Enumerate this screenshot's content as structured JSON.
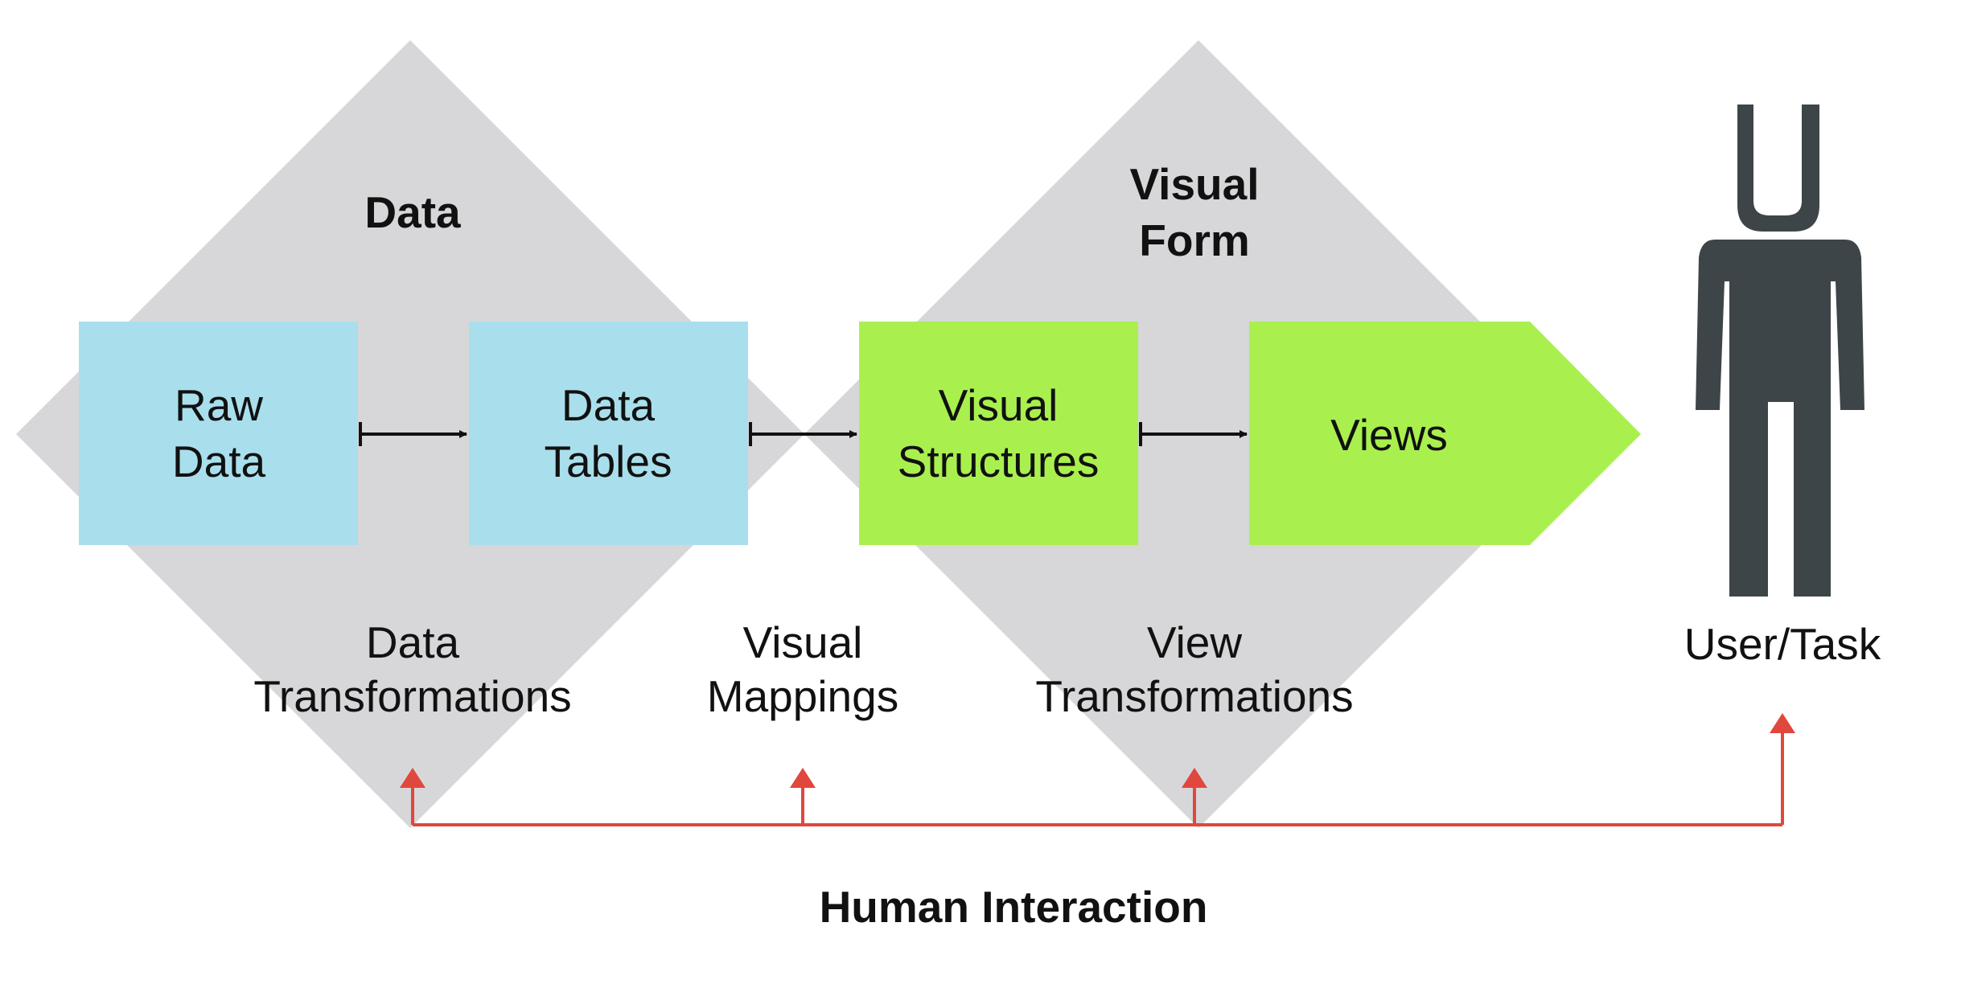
{
  "regions": {
    "data": {
      "label_lines": [
        "Data"
      ]
    },
    "visual_form": {
      "label_lines": [
        "Visual",
        "Form"
      ]
    }
  },
  "boxes": {
    "raw_data": {
      "lines": [
        "Raw",
        "Data"
      ]
    },
    "data_tables": {
      "lines": [
        "Data",
        "Tables"
      ]
    },
    "visual_structures": {
      "lines": [
        "Visual",
        "Structures"
      ]
    },
    "views": {
      "lines": [
        "Views"
      ]
    }
  },
  "stages": {
    "data_transformations": {
      "lines": [
        "Data",
        "Transformations"
      ]
    },
    "visual_mappings": {
      "lines": [
        "Visual",
        "Mappings"
      ]
    },
    "view_transformations": {
      "lines": [
        "View",
        "Transformations"
      ]
    }
  },
  "user": {
    "label": "User/Task"
  },
  "footer": {
    "label": "Human Interaction"
  },
  "colors": {
    "diamond": "#d7d7d9",
    "data_box": "#a9dfec",
    "visual_box": "#a9f04f",
    "flow_arrow": "#111111",
    "interaction_arrow": "#e0473d",
    "user_figure": "#3e4548"
  }
}
